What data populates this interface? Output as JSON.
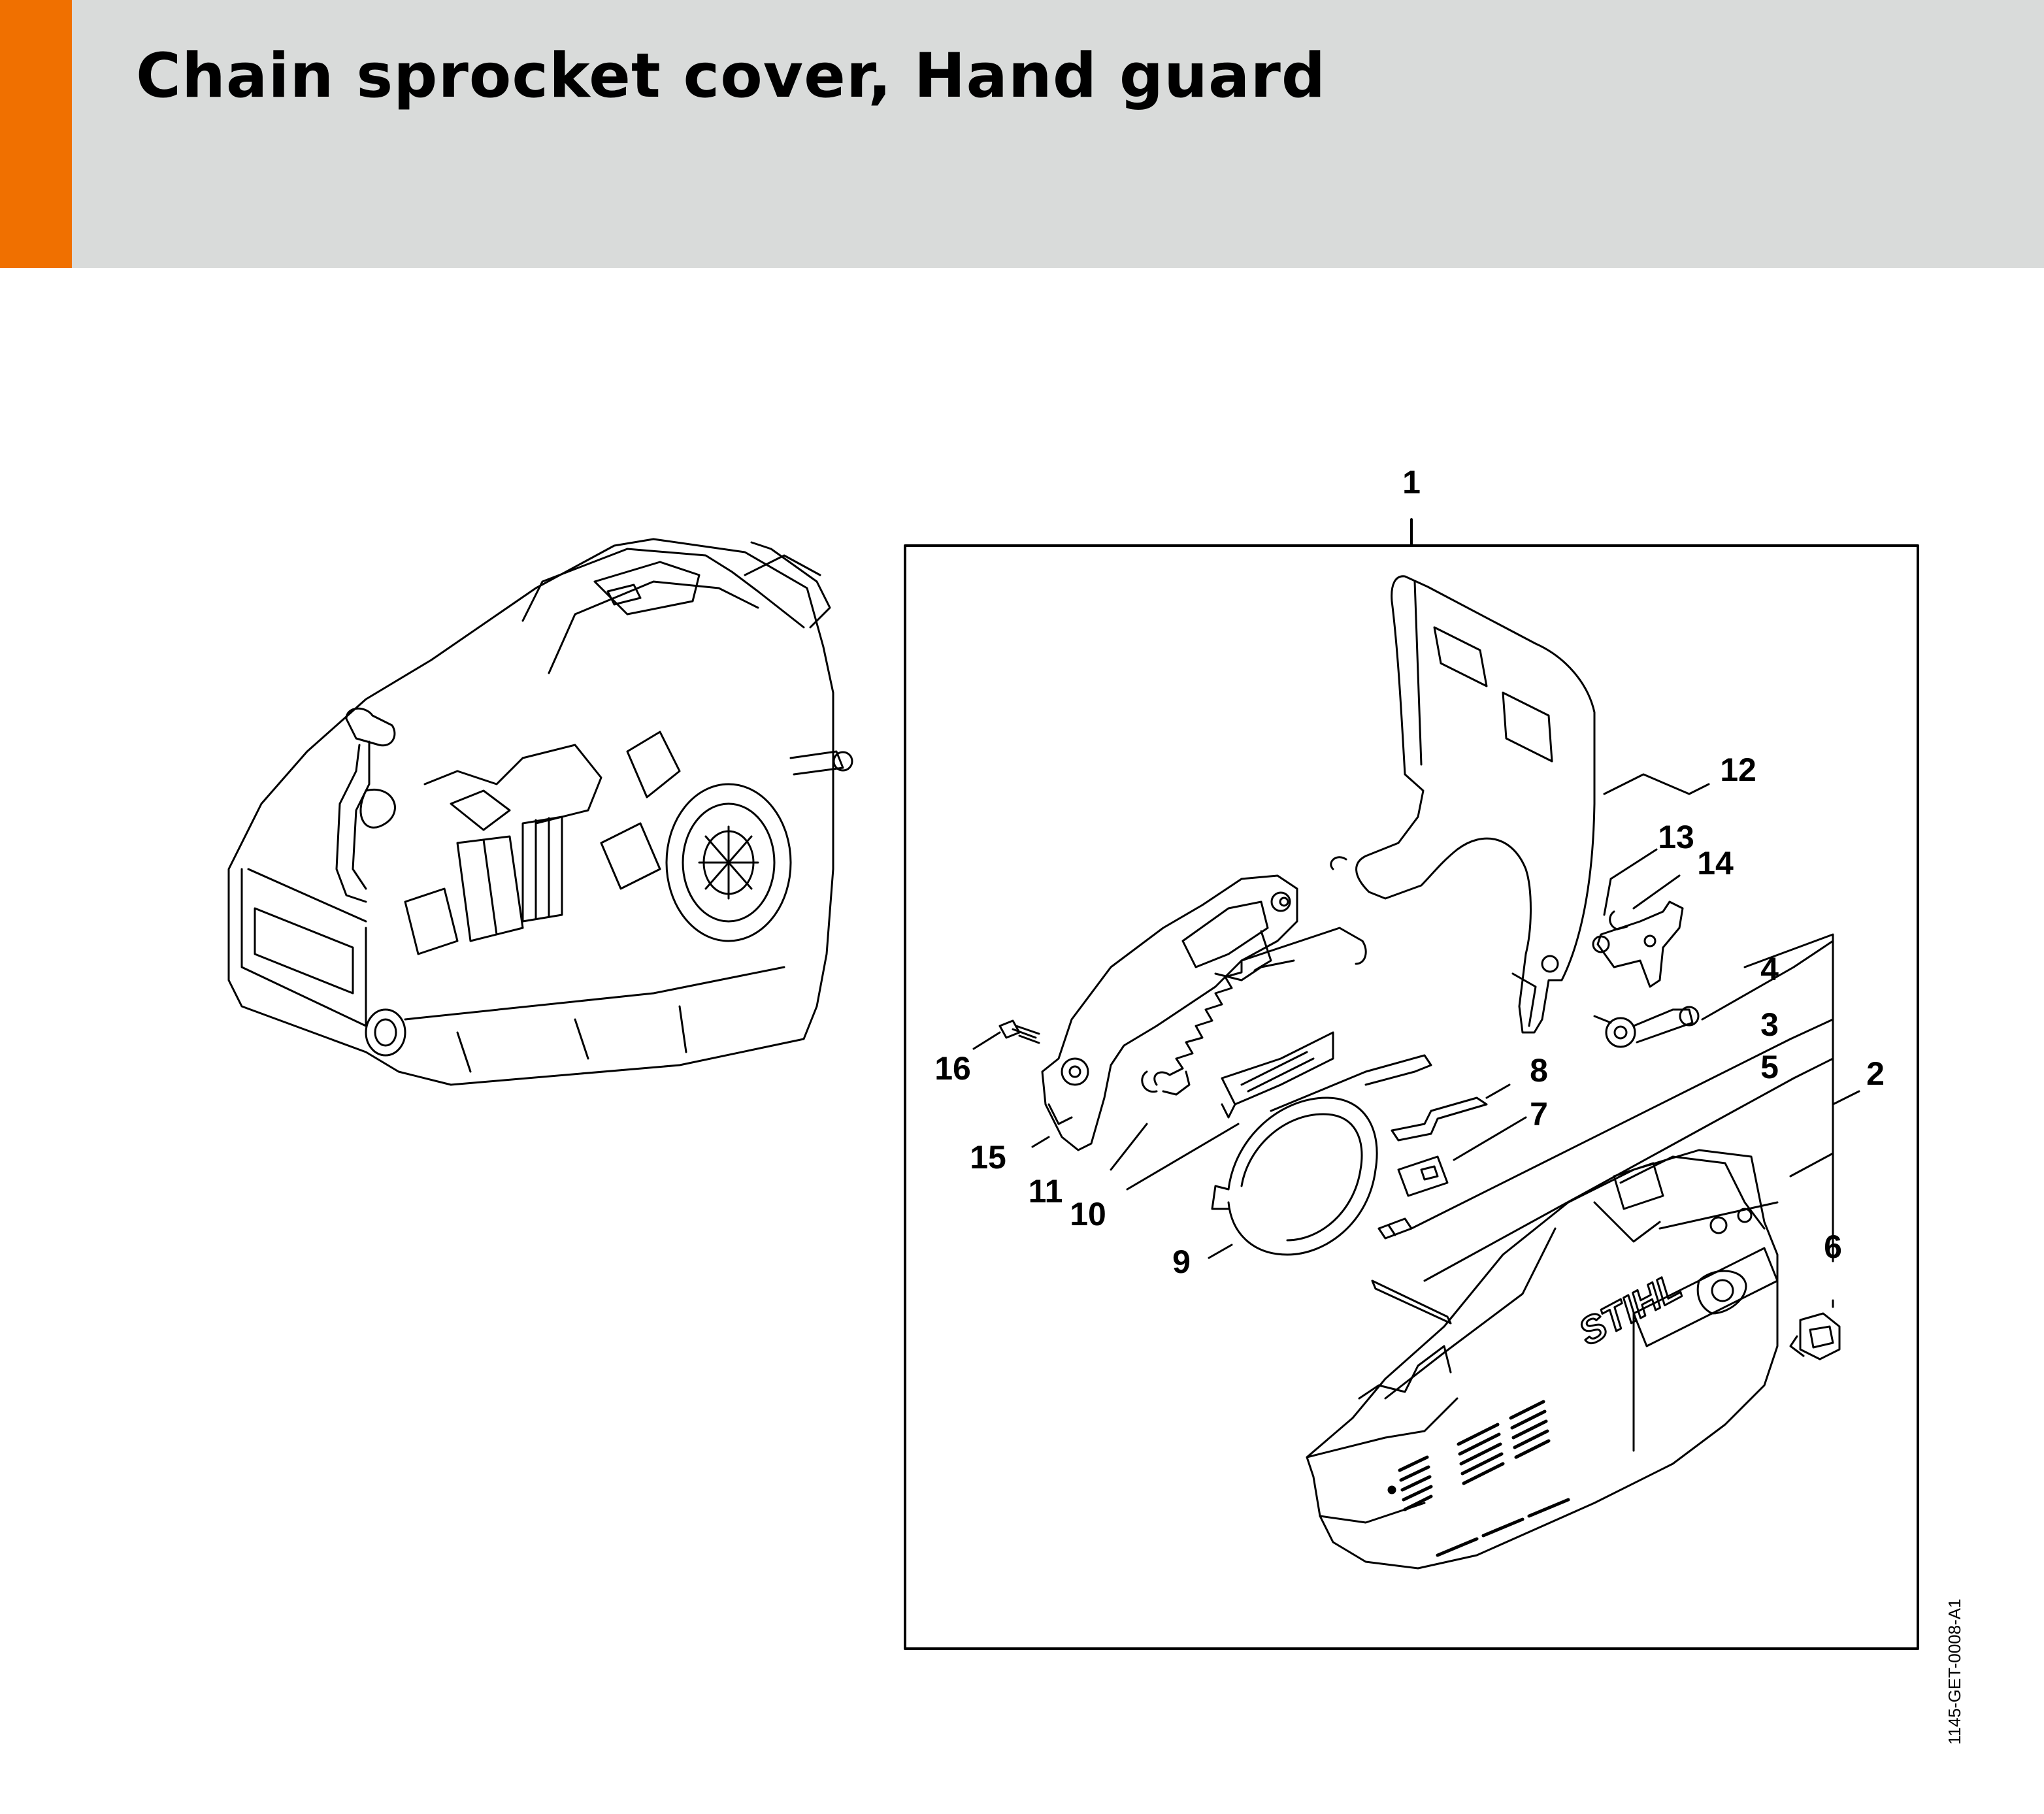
{
  "header": {
    "title": "Chain sprocket cover, Hand guard",
    "accent_color": "#f07000",
    "background_color": "#d9dbda"
  },
  "diagram": {
    "doc_ref": "1145-GET-0008-A1",
    "brand_logo": "STIHL",
    "parts": [
      {
        "id": "p1",
        "number": "1"
      },
      {
        "id": "p2",
        "number": "2"
      },
      {
        "id": "p3",
        "number": "3"
      },
      {
        "id": "p4",
        "number": "4"
      },
      {
        "id": "p5",
        "number": "5"
      },
      {
        "id": "p6",
        "number": "6"
      },
      {
        "id": "p7",
        "number": "7"
      },
      {
        "id": "p8",
        "number": "8"
      },
      {
        "id": "p9",
        "number": "9"
      },
      {
        "id": "p10",
        "number": "10"
      },
      {
        "id": "p11",
        "number": "11"
      },
      {
        "id": "p12",
        "number": "12"
      },
      {
        "id": "p13",
        "number": "13"
      },
      {
        "id": "p14",
        "number": "14"
      },
      {
        "id": "p15",
        "number": "15"
      },
      {
        "id": "p16",
        "number": "16"
      }
    ]
  }
}
